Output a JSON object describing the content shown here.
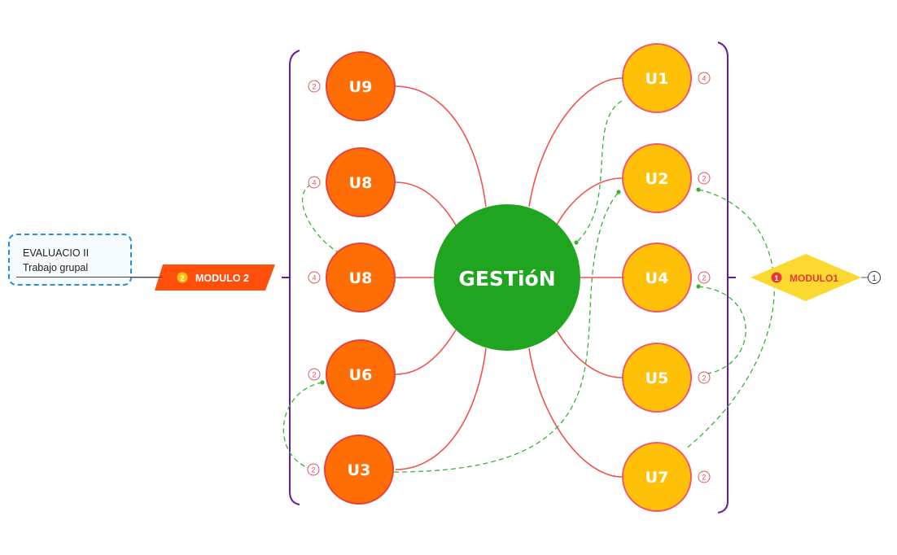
{
  "colors": {
    "central": "#1fa51f",
    "left_node_fill": "#fe6e05",
    "left_node_stroke": "#e8413a",
    "right_node_fill": "#ffc107",
    "right_node_stroke": "#f05a6a",
    "connector": "#ef5350",
    "relation_dashed": "#35b535",
    "bracket": "#6a1b9a",
    "module2_tag": "#ff4f0a",
    "module1_diamond": "#fbd930",
    "module1_text": "#e53935",
    "note_border": "#2a8fd6"
  },
  "central": {
    "label": "GESTióN"
  },
  "left_nodes": [
    {
      "id": "u9",
      "label": "U9",
      "badge": "2"
    },
    {
      "id": "u8a",
      "label": "U8",
      "badge": "4"
    },
    {
      "id": "u8b",
      "label": "U8",
      "badge": "4"
    },
    {
      "id": "u6",
      "label": "U6",
      "badge": "2"
    },
    {
      "id": "u3",
      "label": "U3",
      "badge": "2"
    }
  ],
  "right_nodes": [
    {
      "id": "u1",
      "label": "U1",
      "badge": "4"
    },
    {
      "id": "u2",
      "label": "U2",
      "badge": "2"
    },
    {
      "id": "u4",
      "label": "U4",
      "badge": "2"
    },
    {
      "id": "u5",
      "label": "U5",
      "badge": "2"
    },
    {
      "id": "u7",
      "label": "U7",
      "badge": "2"
    }
  ],
  "module2": {
    "number": "2",
    "label": "MODULO 2"
  },
  "module1": {
    "number": "1",
    "label": "MODULO1",
    "badge": "1"
  },
  "note": {
    "line1": "EVALUACIO II",
    "line2": "Trabajo grupal"
  }
}
